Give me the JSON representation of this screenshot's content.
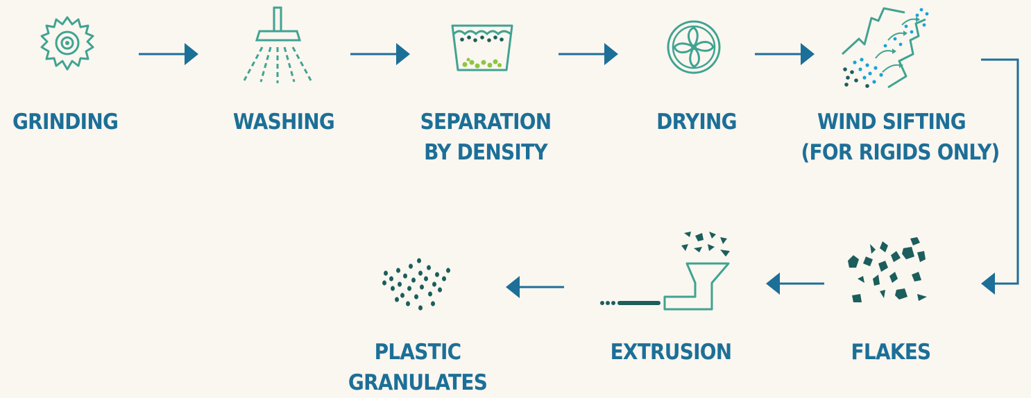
{
  "colors": {
    "background": "#faf6f0",
    "label": "#1c6f97",
    "arrow": "#1c6f97",
    "icon_teal": "#3fa391",
    "icon_dark": "#1b5e5c",
    "icon_green": "#8dc63f",
    "icon_blue": "#1aa2d8"
  },
  "steps": [
    {
      "id": "grinding",
      "icon": "saw-blade-icon",
      "lines": [
        "GRINDING"
      ]
    },
    {
      "id": "washing",
      "icon": "shower-icon",
      "lines": [
        "WASHING"
      ]
    },
    {
      "id": "separation",
      "icon": "density-tank-icon",
      "lines": [
        "SEPARATION",
        "BY DENSITY"
      ]
    },
    {
      "id": "drying",
      "icon": "fan-icon",
      "lines": [
        "DRYING"
      ]
    },
    {
      "id": "wind-sifting",
      "icon": "wind-sifter-icon",
      "lines": [
        "WIND SIFTING",
        "(FOR RIGIDS ONLY)"
      ]
    },
    {
      "id": "flakes",
      "icon": "flakes-icon",
      "lines": [
        "FLAKES"
      ]
    },
    {
      "id": "extrusion",
      "icon": "extruder-icon",
      "lines": [
        "EXTRUSION"
      ]
    },
    {
      "id": "granulates",
      "icon": "granulates-icon",
      "lines": [
        "PLASTIC",
        "GRANULATES"
      ]
    }
  ],
  "flow": [
    "grinding",
    "washing",
    "separation",
    "drying",
    "wind-sifting",
    "flakes",
    "extrusion",
    "granulates"
  ]
}
